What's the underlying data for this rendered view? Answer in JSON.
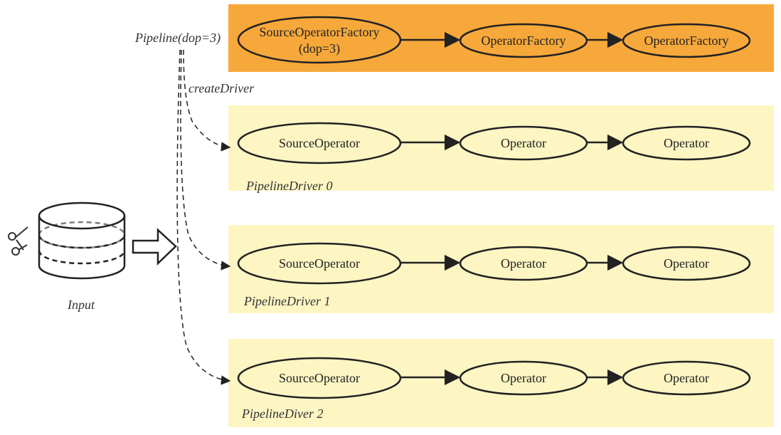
{
  "pipeline": {
    "label": "Pipeline(dop=3)",
    "create_label": "createDriver",
    "colors": {
      "factory_band": "#f7a83b",
      "driver_band": "#fdf6c3",
      "node_stroke": "#222222",
      "edge": "#222222"
    },
    "factory_row": {
      "nodes": [
        {
          "line1": "SourceOperatorFactory",
          "line2": "(dop=3)"
        },
        {
          "line1": "OperatorFactory"
        },
        {
          "line1": "OperatorFactory"
        }
      ]
    },
    "drivers": [
      {
        "name": "PipelineDriver 0",
        "nodes": [
          "SourceOperator",
          "Operator",
          "Operator"
        ]
      },
      {
        "name": "PipelineDriver 1",
        "nodes": [
          "SourceOperator",
          "Operator",
          "Operator"
        ]
      },
      {
        "name": "PipelineDiver 2",
        "nodes": [
          "SourceOperator",
          "Operator",
          "Operator"
        ]
      }
    ]
  },
  "input": {
    "label": "Input",
    "icons": [
      "scissors-icon",
      "database-icon",
      "hollow-arrow-icon"
    ]
  }
}
